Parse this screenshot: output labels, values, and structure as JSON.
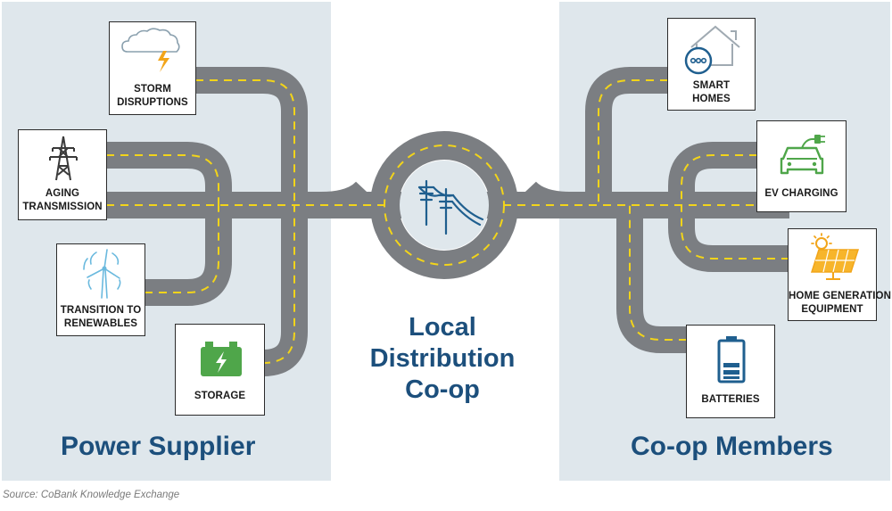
{
  "colors": {
    "panel": "#dfe7ec",
    "road": "#7b7e82",
    "lane": "#f2d41a",
    "title": "#1c4f7c",
    "icon": "#3a3a3a",
    "accent_blue": "#1f5f8f",
    "accent_green": "#4fa64a",
    "accent_orange": "#f2a51a"
  },
  "left_panel": {
    "title": "Power Supplier",
    "nodes": [
      {
        "id": "storm",
        "icon": "storm-cloud-icon",
        "label_lines": [
          "STORM",
          "DISRUPTIONS"
        ]
      },
      {
        "id": "aging",
        "icon": "transmission-tower-icon",
        "label_lines": [
          "AGING",
          "TRANSMISSION"
        ]
      },
      {
        "id": "renewables",
        "icon": "wind-turbine-icon",
        "label_lines": [
          "TRANSITION TO",
          "RENEWABLES"
        ]
      },
      {
        "id": "storage",
        "icon": "battery-charge-icon",
        "label_lines": [
          "STORAGE"
        ]
      }
    ]
  },
  "center": {
    "title_lines": [
      "Local",
      "Distribution",
      "Co-op"
    ],
    "icon": "power-poles-icon"
  },
  "right_panel": {
    "title": "Co-op Members",
    "nodes": [
      {
        "id": "smart",
        "icon": "smart-home-icon",
        "label_lines": [
          "SMART",
          "HOMES"
        ]
      },
      {
        "id": "ev",
        "icon": "ev-charging-icon",
        "label_lines": [
          "EV CHARGING"
        ]
      },
      {
        "id": "homegen",
        "icon": "solar-panel-icon",
        "label_lines": [
          "HOME GENERATION",
          "EQUIPMENT"
        ]
      },
      {
        "id": "batteries",
        "icon": "battery-level-icon",
        "label_lines": [
          "BATTERIES"
        ]
      }
    ]
  },
  "source": "Source: CoBank Knowledge Exchange"
}
